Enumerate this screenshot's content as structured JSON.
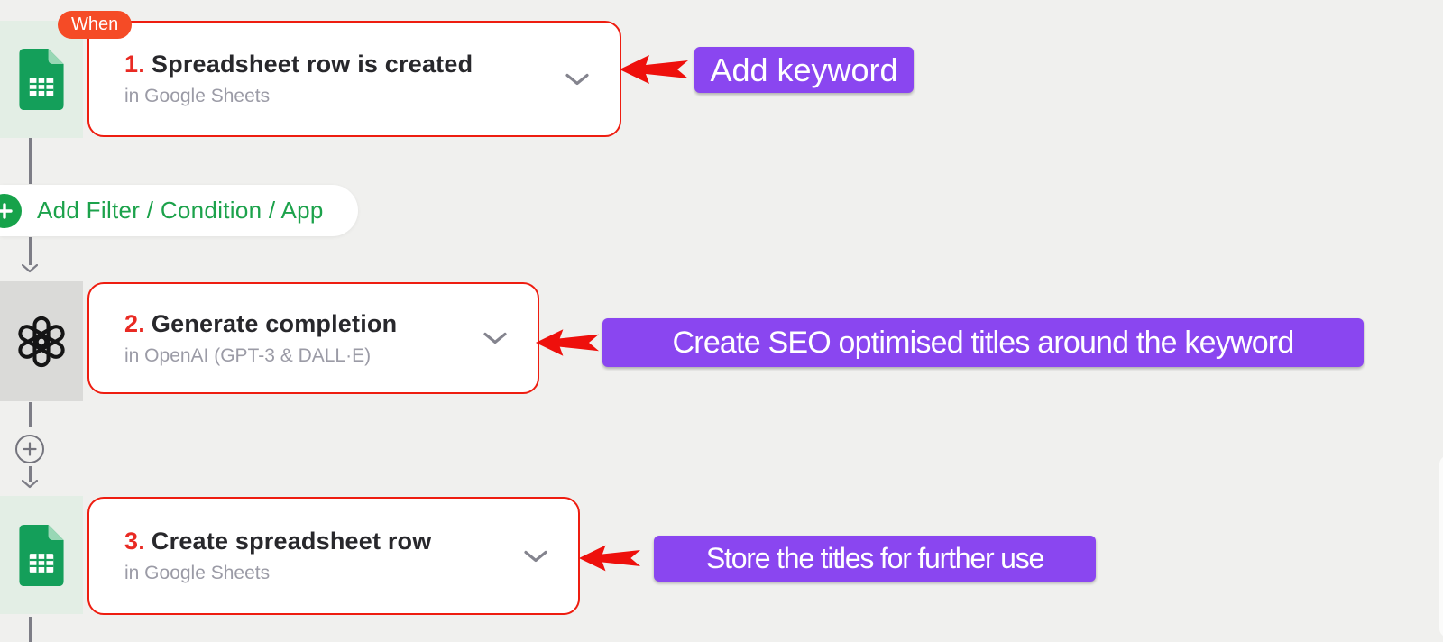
{
  "badges": {
    "when": "When"
  },
  "buttons": {
    "add_filter": "Add Filter / Condition / App"
  },
  "steps": [
    {
      "number": "1.",
      "title": "Spreadsheet row is created",
      "subtitle": "in Google Sheets",
      "app": "Google Sheets"
    },
    {
      "number": "2.",
      "title": "Generate completion",
      "subtitle": "in OpenAI (GPT-3 & DALL·E)",
      "app": "OpenAI"
    },
    {
      "number": "3.",
      "title": "Create spreadsheet row",
      "subtitle": "in Google Sheets",
      "app": "Google Sheets"
    }
  ],
  "annotations": [
    {
      "text": "Add keyword"
    },
    {
      "text": "Create SEO optimised titles around the keyword"
    },
    {
      "text": "Store the titles for further use"
    }
  ],
  "icons": {
    "step1": "google-sheets-icon",
    "step2": "openai-icon",
    "step3": "google-sheets-icon",
    "expand": "chevron-down-icon",
    "insert_step": "plus-circle-icon",
    "add_filter": "green-plus-icon",
    "annotation_pointer": "red-arrow-left-icon",
    "flow": "arrow-down-icon"
  },
  "colors": {
    "background": "#f0f0ee",
    "card_border_red": "#ee1d10",
    "arrow_red": "#ee100c",
    "annotation_purple": "#8a46f0",
    "when_badge_orange": "#f54b26",
    "step_number_red": "#e92a23",
    "green_text": "#1ca24b",
    "green_circle": "#16a24a",
    "sheets_green": "#149f5a",
    "connector_gray": "#7d7d86",
    "title_text": "#28282c",
    "subtitle_text": "#9b9ba6"
  }
}
